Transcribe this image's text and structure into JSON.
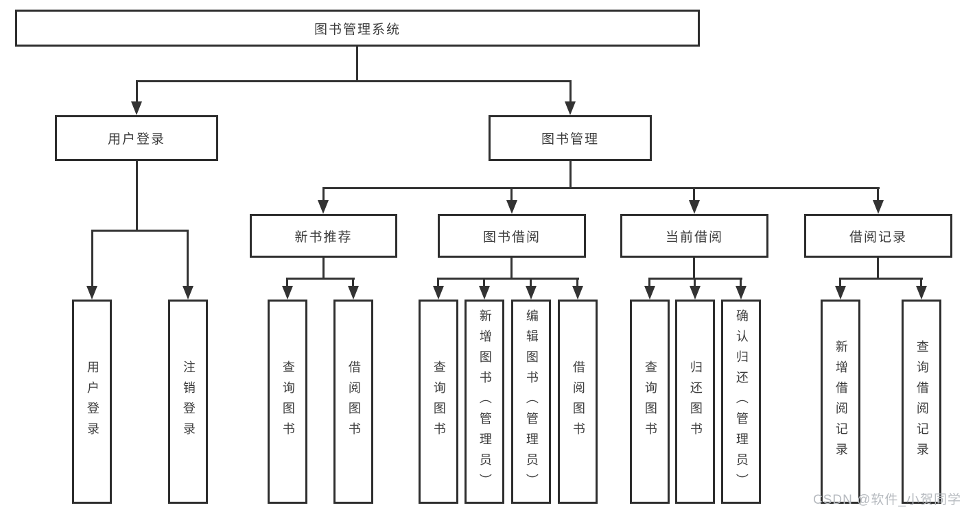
{
  "root": {
    "label": "图书管理系统"
  },
  "branches": [
    {
      "label": "用户登录",
      "children": [
        {
          "label": "用户登录"
        },
        {
          "label": "注销登录"
        }
      ]
    },
    {
      "label": "图书管理",
      "children": [
        {
          "label": "新书推荐",
          "children": [
            {
              "label": "查询图书"
            },
            {
              "label": "借阅图书"
            }
          ]
        },
        {
          "label": "图书借阅",
          "children": [
            {
              "label": "查询图书"
            },
            {
              "label": "新增图书（管理员）"
            },
            {
              "label": "编辑图书（管理员）"
            },
            {
              "label": "借阅图书"
            }
          ]
        },
        {
          "label": "当前借阅",
          "children": [
            {
              "label": "查询图书"
            },
            {
              "label": "归还图书"
            },
            {
              "label": "确认归还（管理员）"
            }
          ]
        },
        {
          "label": "借阅记录",
          "children": [
            {
              "label": "新增借阅记录"
            },
            {
              "label": "查询借阅记录"
            }
          ]
        }
      ]
    }
  ],
  "watermark": {
    "text": "CSDN @软件_小贺同学"
  },
  "colors": {
    "line": "#333333",
    "border": "#2e2e2e",
    "text": "#3d3d3d",
    "watermark": "#b7bbc0",
    "background": "#ffffff"
  }
}
